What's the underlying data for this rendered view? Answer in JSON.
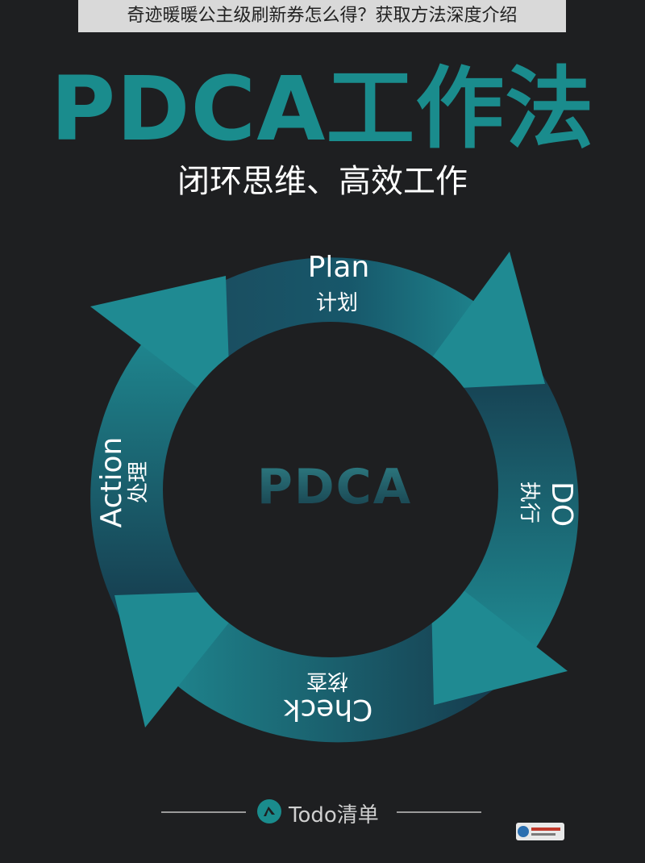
{
  "banner": {
    "text": "奇迹暖暖公主级刷新券怎么得？获取方法深度介绍"
  },
  "title": "PDCA工作法",
  "subtitle": "闭环思维、高效工作",
  "cycle": {
    "center": "PDCA",
    "plan": {
      "en": "Plan",
      "zh": "计划"
    },
    "do": {
      "en": "DO",
      "zh": "执行"
    },
    "check": {
      "en": "Check",
      "zh": "核查"
    },
    "action": {
      "en": "Action",
      "zh": "处理"
    }
  },
  "footer": {
    "brand": "Todo清单",
    "icon": "todo-logo-icon"
  },
  "watermark": {
    "icon": "site-watermark-logo"
  },
  "colors": {
    "background": "#1e1f21",
    "teal": "#1a8c8d",
    "ring_light": "#1f8a92",
    "ring_dark": "#123a48"
  }
}
